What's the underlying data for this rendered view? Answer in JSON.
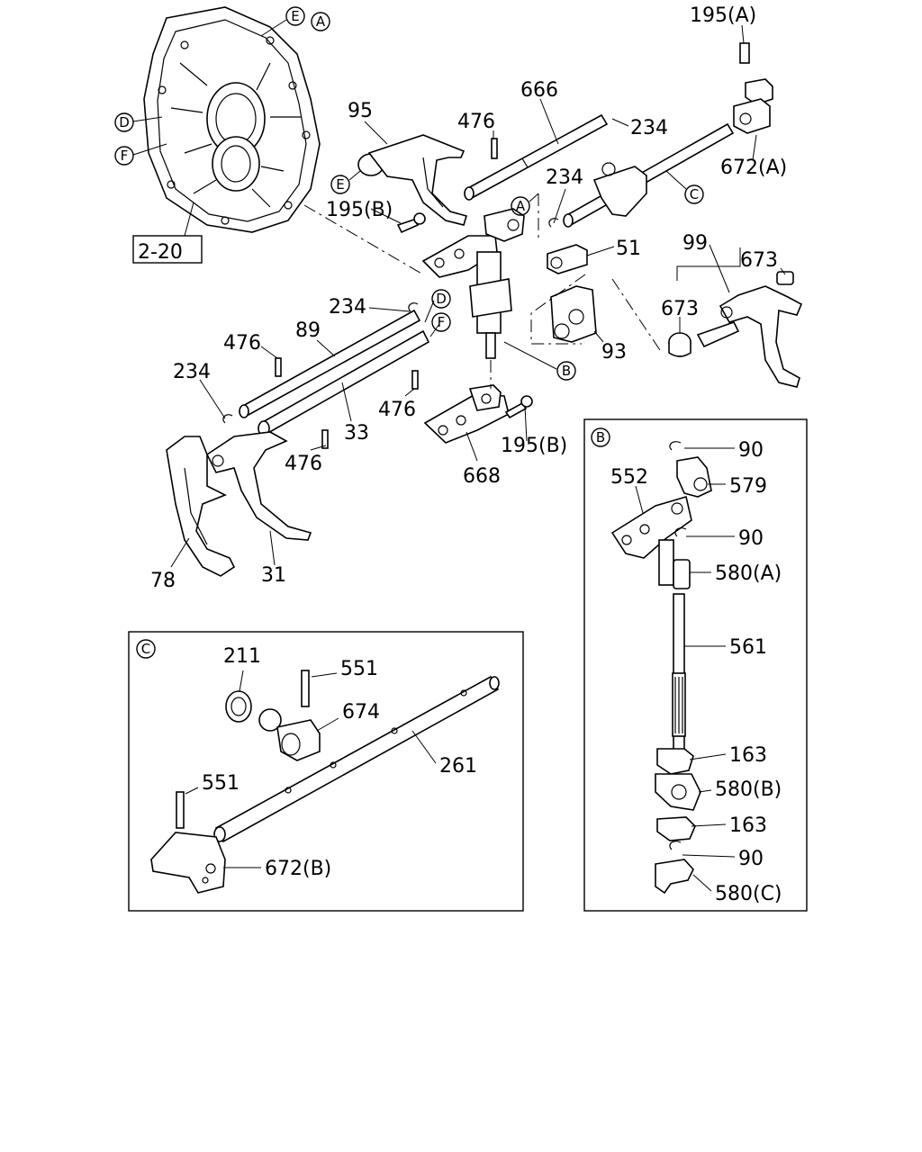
{
  "ref_box": "2-20",
  "circle_letters": [
    "A",
    "B",
    "C",
    "D",
    "E",
    "F"
  ],
  "labels": {
    "l195a_top": "195(A)",
    "l666": "666",
    "l95": "95",
    "l476_top": "476",
    "l234_top": "234",
    "l672a": "672(A)",
    "l234_mid": "234",
    "l195b_top": "195(B)",
    "l51": "51",
    "l99": "99",
    "l673_top": "673",
    "l673_mid": "673",
    "l93": "93",
    "l234_left": "234",
    "l89": "89",
    "l476_left": "476",
    "l234_far": "234",
    "l476_right": "476",
    "l33": "33",
    "l476_low": "476",
    "l195b_low": "195(B)",
    "l668": "668",
    "l78": "78",
    "l31": "31",
    "b90_1": "90",
    "b552": "552",
    "b579": "579",
    "b90_2": "90",
    "b580a": "580(A)",
    "b561": "561",
    "b163_1": "163",
    "b580b": "580(B)",
    "b163_2": "163",
    "b90_3": "90",
    "b580c": "580(C)",
    "c211": "211",
    "c551_top": "551",
    "c674": "674",
    "c261": "261",
    "c551_low": "551",
    "c672b": "672(B)"
  }
}
